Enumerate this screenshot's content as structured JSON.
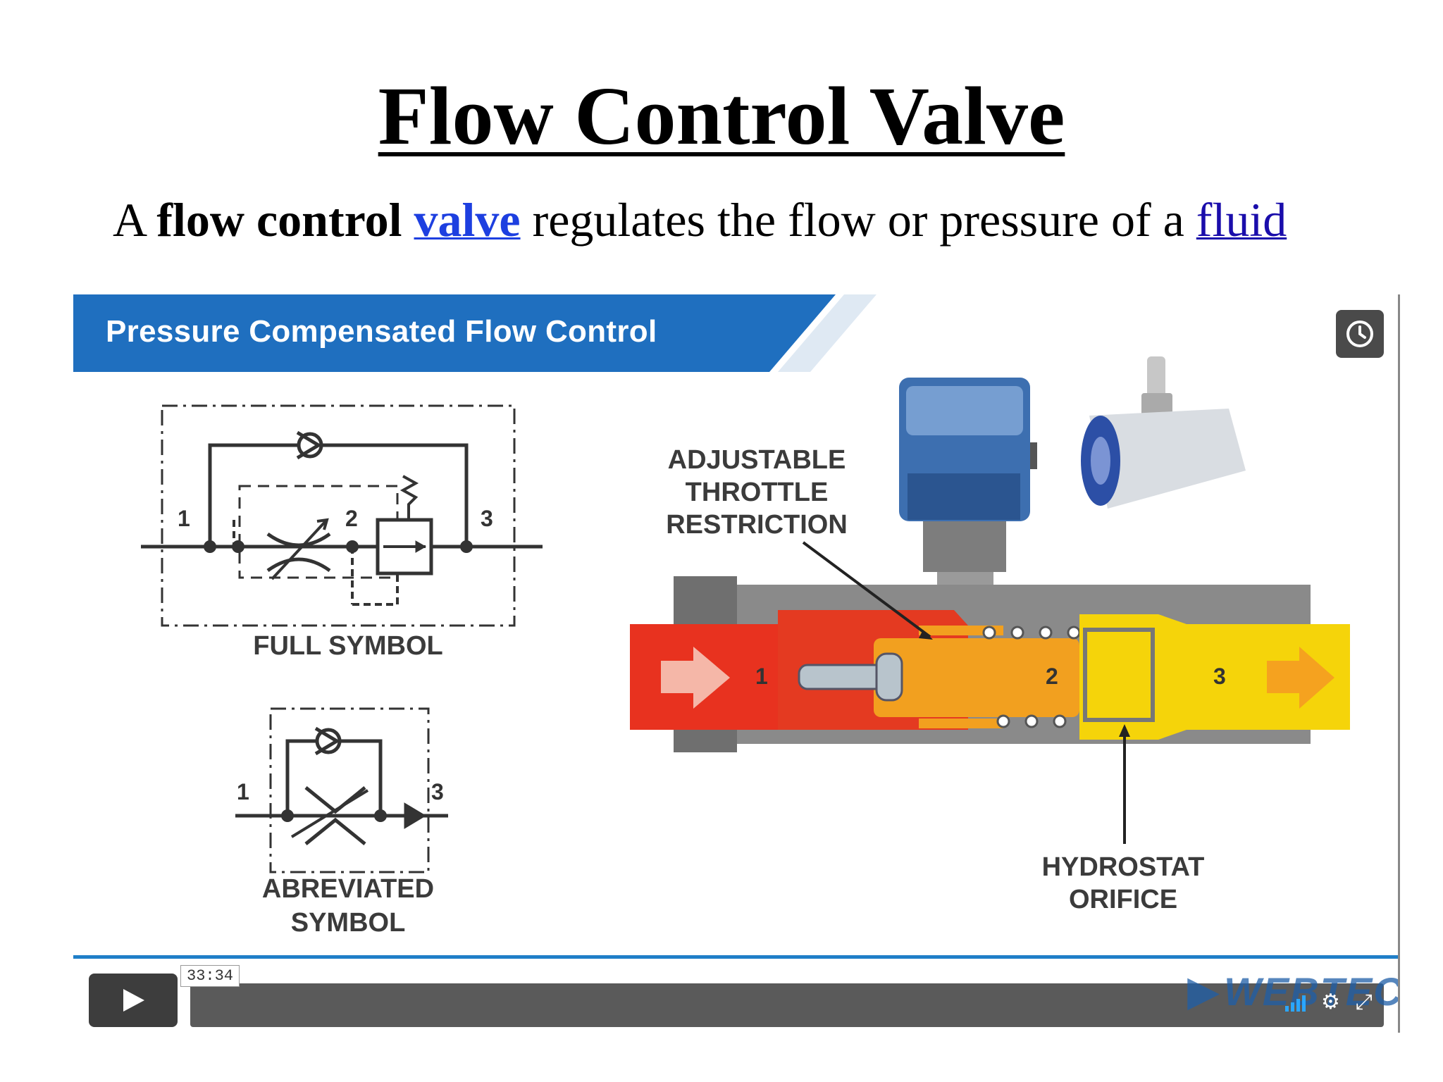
{
  "page": {
    "title": "Flow Control Valve",
    "subtitle": {
      "prefix": "A ",
      "bold": "flow control",
      "space1": " ",
      "link1": "valve",
      "middle": " regulates the flow or pressure of a ",
      "link2": "fluid"
    }
  },
  "video": {
    "banner_title": "Pressure Compensated Flow Control",
    "labels": {
      "full_symbol": "FULL SYMBOL",
      "abreviated_symbol": "ABREVIATED\nSYMBOL",
      "throttle": "ADJUSTABLE\nTHROTTLE\nRESTRICTION",
      "hydrostat": "HYDROSTAT\nORIFICE"
    },
    "ports": {
      "p1": "1",
      "p2": "2",
      "p3": "3"
    },
    "controls": {
      "time": "33:34",
      "logo": "WEBTEC",
      "watch_later_icon": "clock-icon",
      "play_icon": "play-icon",
      "settings_icon": "gear-icon",
      "fullscreen_icon": "fullscreen-icon"
    },
    "colors": {
      "banner_blue": "#1f6fbf",
      "inlet_red": "#e8321f",
      "spool_orange": "#f2a01f",
      "outlet_yellow": "#f5d40a",
      "body_gray": "#8a8a8a"
    }
  }
}
